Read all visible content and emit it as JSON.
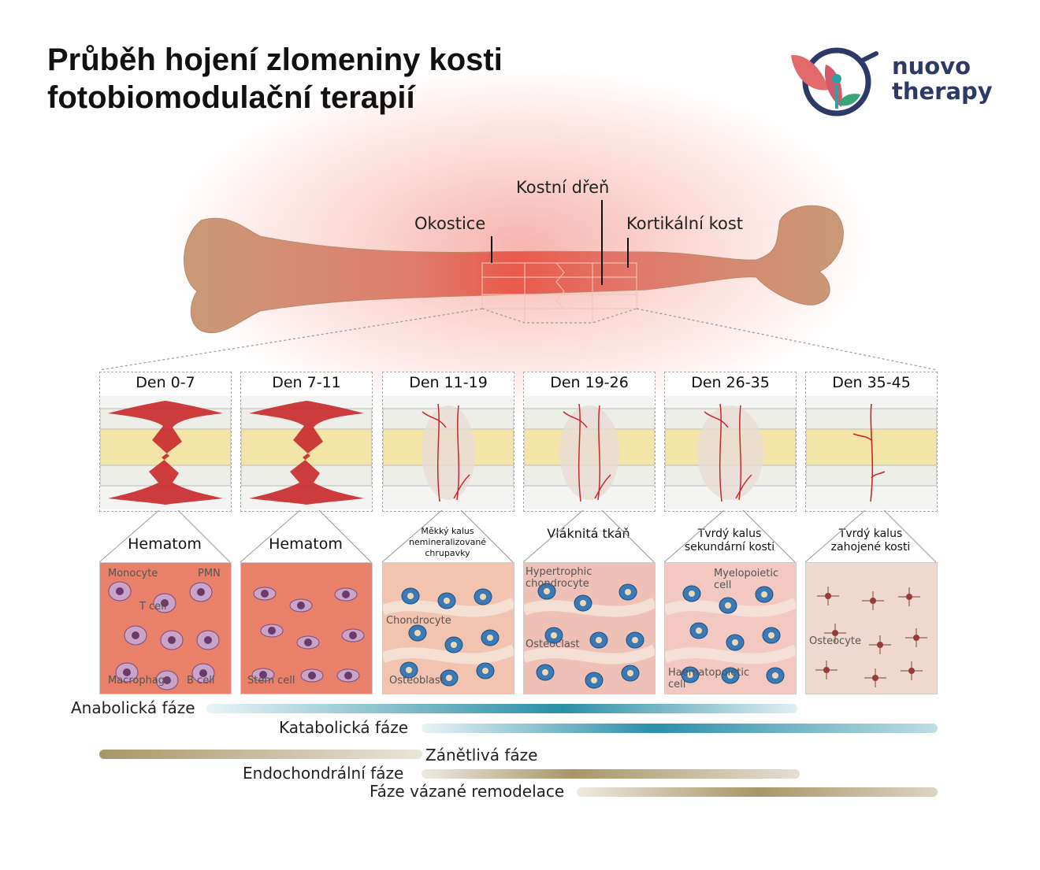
{
  "title": {
    "line1": "Průběh hojení zlomeniny kosti",
    "line2": "fotobiomodulační terapií"
  },
  "logo": {
    "line1": "nuovo",
    "line2": "therapy",
    "brand_color": "#2e3a66",
    "accent_colors": [
      "#e36a6a",
      "#2aa3a3",
      "#3aa57a"
    ]
  },
  "bone_labels": {
    "okostice": "Okostice",
    "kostni_dren": "Kostní dřeň",
    "kortikalni_kost": "Kortikální kost"
  },
  "stages": [
    {
      "day": "Den 0-7",
      "tissue": "Hematom",
      "cells": [
        "Monocyte",
        "PMN",
        "T cell",
        "Macrophage",
        "B cell"
      ]
    },
    {
      "day": "Den 7-11",
      "tissue": "Hematom",
      "cells": [
        "Stem cell"
      ]
    },
    {
      "day": "Den 11-19",
      "tissue": "Měkký kalus nemineralizované chrupavky",
      "cells": [
        "Chondrocyte",
        "Osteoblast"
      ]
    },
    {
      "day": "Den 19-26",
      "tissue": "Vláknitá tkáň",
      "cells": [
        "Hypertrophic chondrocyte",
        "Osteoclast"
      ]
    },
    {
      "day": "Den 26-35",
      "tissue": "Tvrdý kalus sekundární kosti",
      "cells": [
        "Myelopoietic cell",
        "Haematopoietic cell"
      ]
    },
    {
      "day": "Den 35-45",
      "tissue": "Tvrdý kalus zahojené kosti",
      "cells": [
        "Osteocyte"
      ]
    }
  ],
  "phases": {
    "anabolic": "Anabolická fáze",
    "catabolic": "Katabolická fáze",
    "inflammatory": "Zánětlivá fáze",
    "endochondral": "Endochondrální fáze",
    "remodeling": "Fáze vázané remodelace"
  },
  "colors": {
    "bone": "#c9a07a",
    "fracture": "#c8282a",
    "marrow": "#f3e4a8",
    "teal_bar": "#2a8fa8",
    "gold_bar": "#a89668"
  }
}
